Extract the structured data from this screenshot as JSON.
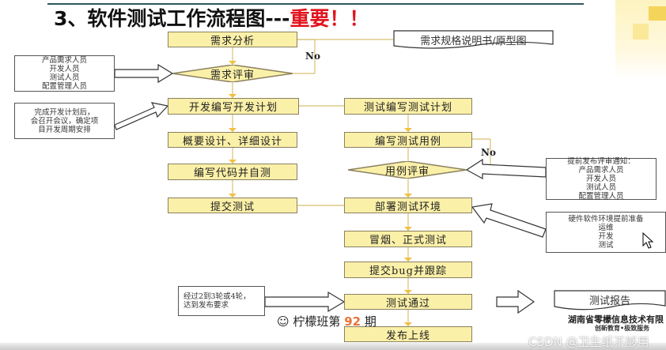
{
  "title": {
    "prefix": "3、软件测试工作流程图---",
    "highlight": "重要！",
    "suffix": "！"
  },
  "dev_flow": [
    "需求分析",
    "需求评审",
    "开发编写开发计划",
    "概要设计、详细设计",
    "编写代码并自测",
    "提交测试"
  ],
  "test_flow": [
    "测试编写测试计划",
    "编写测试用例",
    "用例评审",
    "部署测试环境",
    "冒烟、正式测试",
    "提交bug并跟踪",
    "测试通过",
    "发布上线"
  ],
  "no_label": "No",
  "documents": {
    "spec": "需求规格说明书/原型图",
    "report": "测试报告"
  },
  "notes": {
    "review_people": [
      "产品需求人员",
      "开发人员",
      "测试人员",
      "配置管理人员"
    ],
    "dev_plan": [
      "完成开发计划后，",
      "会召开会议，确定项",
      "目开发周期安排"
    ],
    "case_review": [
      "提前发布评审通知：",
      "产品需求人员",
      "开发人员",
      "测试人员",
      "配置管理人员"
    ],
    "env": [
      "硬件软件环境提前准备",
      "运维",
      "开发",
      "测试"
    ],
    "rounds": [
      "经过2到3轮或4轮，",
      "达到发布要求"
    ]
  },
  "footer": {
    "class_prefix": "柠檬班第",
    "class_num": "92",
    "class_suffix": "期",
    "company": "湖南省零檬信息技术有限",
    "slogan": "创新教育•极致服务",
    "watermark": "CSDN @卫生纸不够用"
  },
  "colors": {
    "box_fill": "#fbf0a8",
    "highlight": "#e0141e",
    "class_num": "#e8743a"
  }
}
